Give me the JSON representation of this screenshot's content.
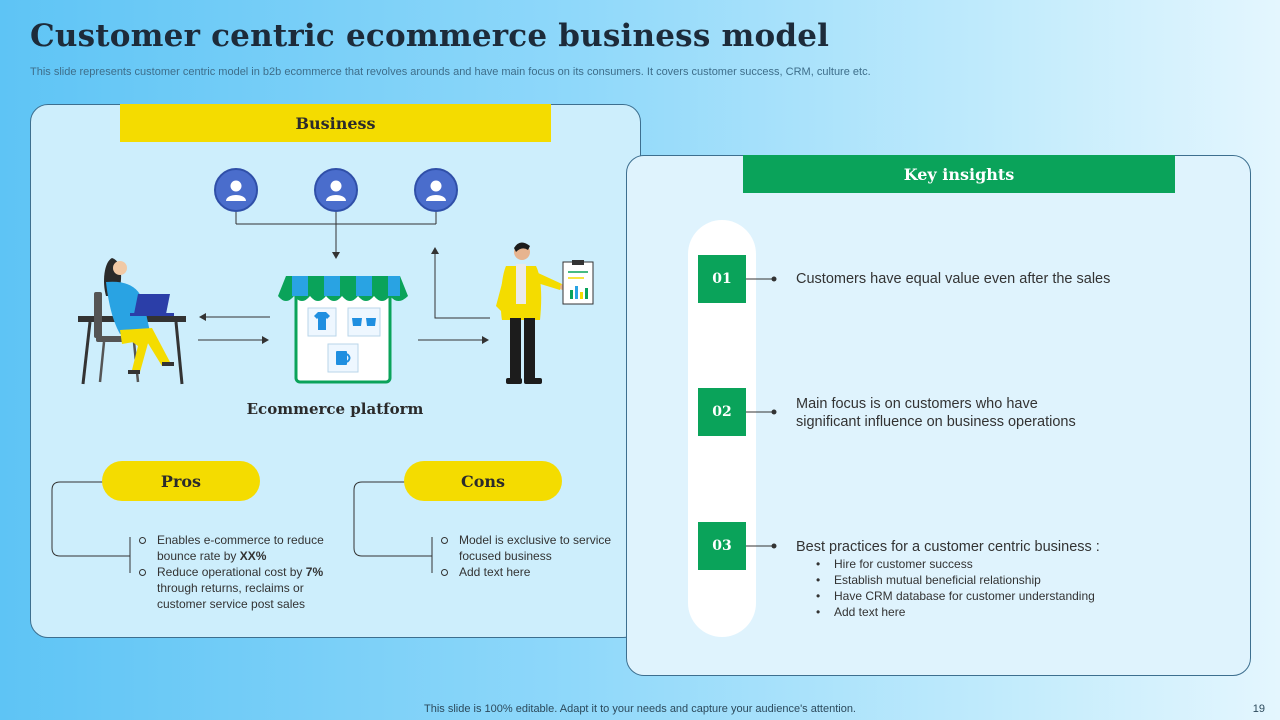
{
  "title": "Customer centric ecommerce business model",
  "subtitle": "This slide represents customer centric model in b2b ecommerce that revolves arounds and have main focus on its consumers. It covers customer success, CRM, culture etc.",
  "business_panel": {
    "banner": "Business",
    "platform_label": "Ecommerce platform",
    "icons": [
      "user-avatar-icon",
      "user-avatar-icon",
      "user-avatar-icon",
      "customer-at-laptop-illustration",
      "online-store-icon",
      "businessman-presenting-illustration"
    ],
    "pros": {
      "label": "Pros",
      "items": [
        {
          "pre": "Enables e-commerce to reduce bounce rate by ",
          "bold": "XX%",
          "post": ""
        },
        {
          "pre": "Reduce operational cost by ",
          "bold": "7%",
          "post": " through returns, reclaims or customer service post sales"
        }
      ]
    },
    "cons": {
      "label": "Cons",
      "items": [
        "Model is exclusive to service focused business",
        "Add text here"
      ]
    }
  },
  "insights_panel": {
    "banner": "Key insights",
    "items": [
      {
        "number": "01",
        "text": "Customers have equal value even after the sales"
      },
      {
        "number": "02",
        "text": "Main focus is on customers who have significant influence on business operations"
      },
      {
        "number": "03",
        "text": "Best practices for a customer centric business :"
      }
    ],
    "practices": [
      "Hire for customer success",
      "Establish mutual beneficial relationship",
      "Have CRM database for customer understanding",
      "Add text here"
    ]
  },
  "colors": {
    "yellow": "#f4dc00",
    "green": "#0aa35a",
    "blue": "#4a6dcc",
    "panel": "#cdeefc"
  },
  "footer": "This slide is 100% editable. Adapt it to your needs and capture your audience's attention.",
  "page_number": "19"
}
